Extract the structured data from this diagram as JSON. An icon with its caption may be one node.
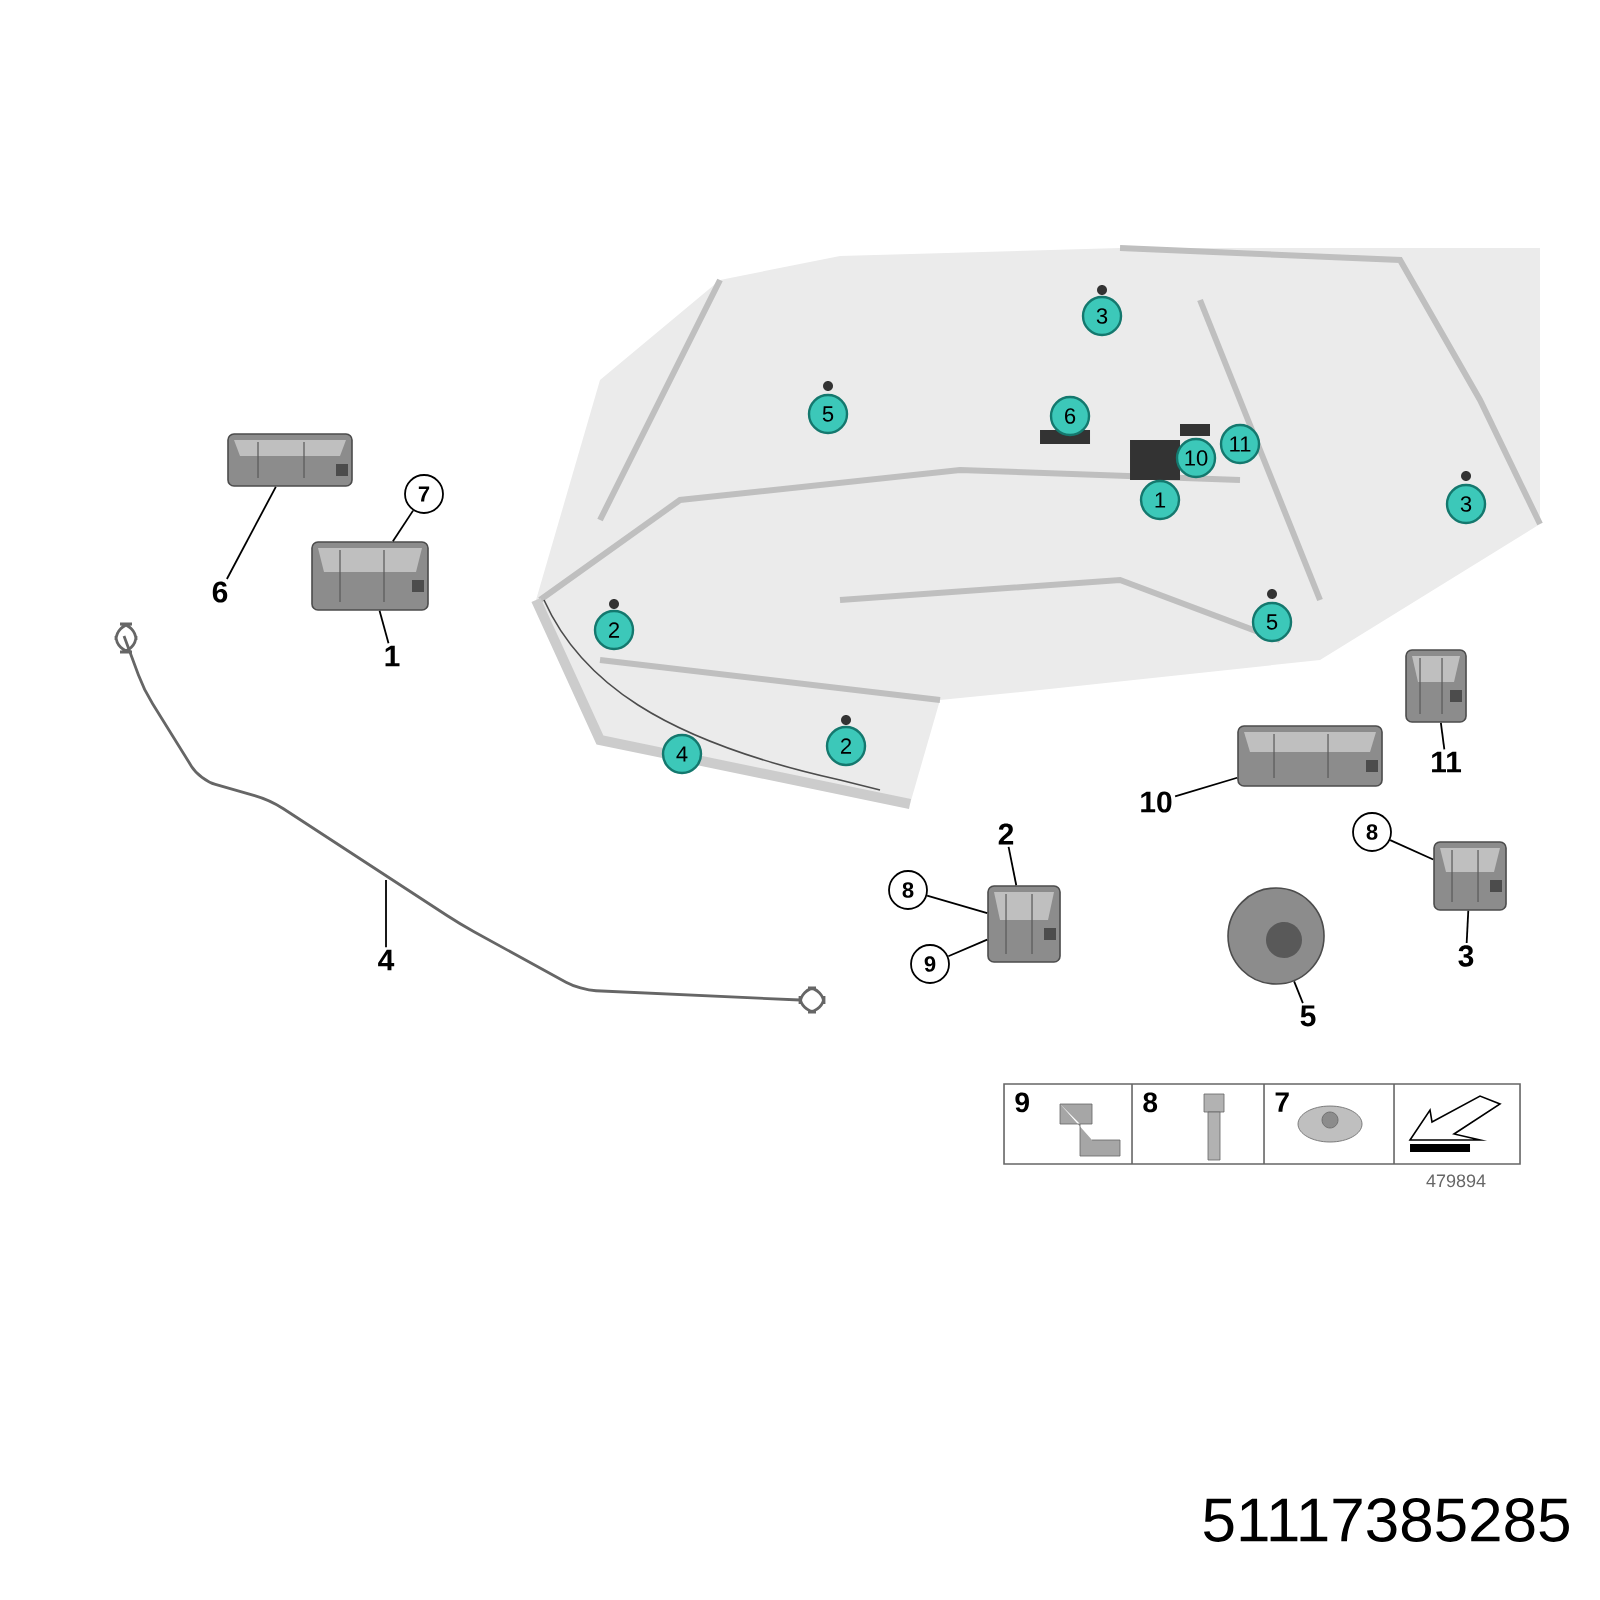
{
  "diagram": {
    "nodes": [
      {
        "text": [],
        "shape": "picture"
      },
      {
        "text": [
          "3"
        ],
        "in": 0
      },
      {
        "text": [
          "5"
        ],
        "in": 0
      },
      {
        "text": [
          "6"
        ],
        "in": 0
      },
      {
        "text": [
          "10"
        ],
        "in": 0
      },
      {
        "text": [
          "11"
        ],
        "in": 0
      },
      {
        "text": [
          "1"
        ],
        "in": 0
      },
      {
        "text": [
          "3"
        ],
        "in": 0
      },
      {
        "text": [
          "2"
        ],
        "in": 0
      },
      {
        "text": [
          "5"
        ],
        "in": 0
      },
      {
        "text": [
          "4"
        ],
        "in": 0
      },
      {
        "text": [
          "2"
        ],
        "in": 0
      },
      {
        "text": [],
        "shape": "picture"
      },
      {
        "text": [
          "6"
        ]
      },
      {
        "text": [
          "7"
        ]
      },
      {
        "text": [],
        "shape": "picture"
      },
      {
        "text": [
          "1"
        ]
      },
      {
        "text": [
          "4"
        ]
      },
      {
        "text": [],
        "shape": "picture"
      },
      {
        "text": [
          "10"
        ]
      },
      {
        "text": [],
        "shape": "picture"
      },
      {
        "text": [
          "11"
        ]
      },
      {
        "text": [
          "2"
        ]
      },
      {
        "text": [],
        "shape": "picture"
      },
      {
        "text": [
          "8"
        ]
      },
      {
        "text": [
          "9"
        ]
      },
      {
        "text": [],
        "shape": "picture"
      },
      {
        "text": [
          "5"
        ]
      },
      {
        "text": [
          "8"
        ]
      },
      {
        "text": [],
        "shape": "picture"
      },
      {
        "text": [
          "3"
        ]
      }
    ],
    "edges": [
      {
        "from": 13,
        "to": 12,
        "arrow": "none"
      },
      {
        "from": 14,
        "to": 15,
        "arrow": "none"
      },
      {
        "from": 16,
        "to": 15,
        "arrow": "none"
      },
      {
        "from": 17,
        "to": null,
        "arrow": "none"
      },
      {
        "from": 19,
        "to": 18,
        "arrow": "none"
      },
      {
        "from": 21,
        "to": 20,
        "arrow": "none"
      },
      {
        "from": 22,
        "to": 23,
        "arrow": "none"
      },
      {
        "from": 24,
        "to": 23,
        "arrow": "none"
      },
      {
        "from": 25,
        "to": 23,
        "arrow": "none"
      },
      {
        "from": 27,
        "to": 26,
        "arrow": "none"
      },
      {
        "from": 28,
        "to": 29,
        "arrow": "none"
      },
      {
        "from": 30,
        "to": 29,
        "arrow": "none"
      }
    ],
    "labels": [
      "9",
      "8",
      "7",
      "479894",
      "51117385285"
    ]
  }
}
